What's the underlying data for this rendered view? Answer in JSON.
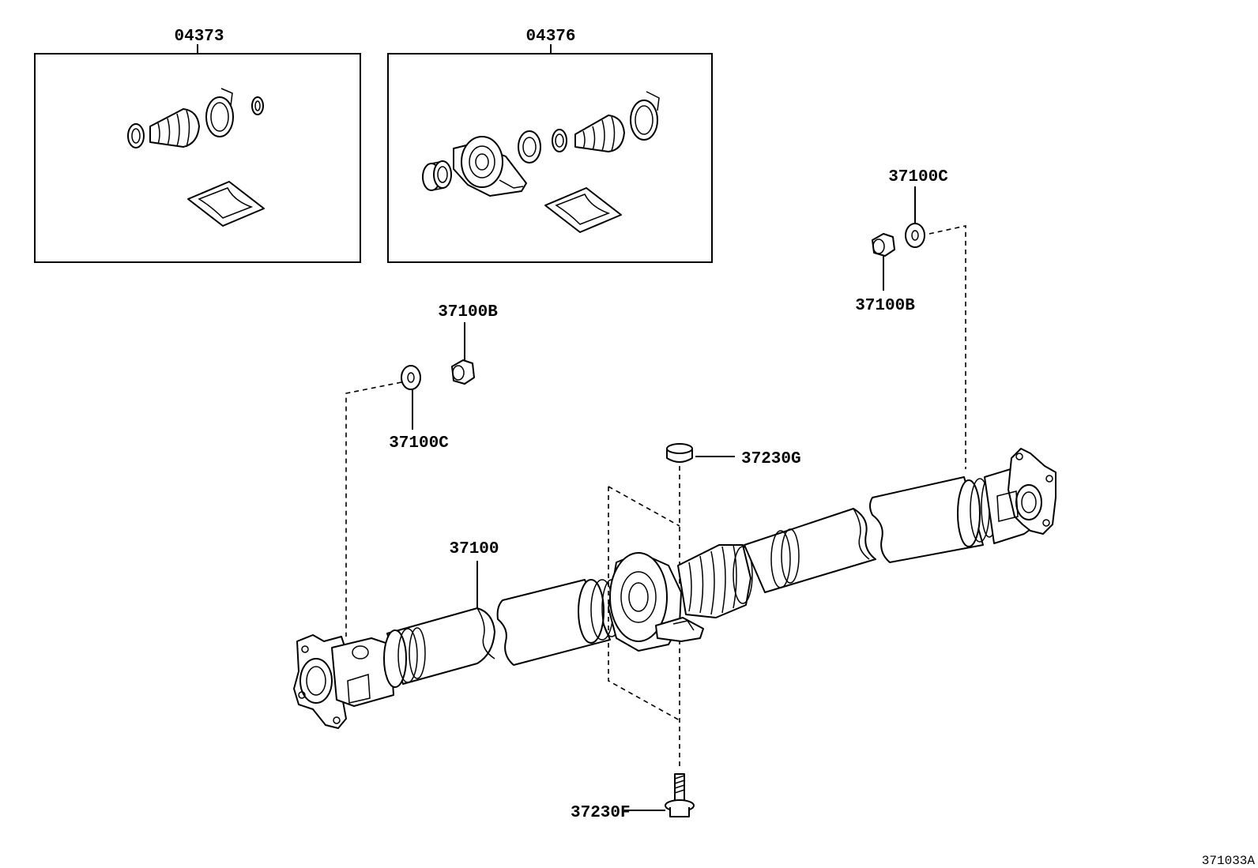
{
  "figure_code": "371033A",
  "kits": [
    {
      "part_no": "04373"
    },
    {
      "part_no": "04376"
    }
  ],
  "callouts": {
    "c_37100B_left": "37100B",
    "c_37100C_left": "37100C",
    "c_37100C_right": "37100C",
    "c_37100B_right": "37100B",
    "c_37230G": "37230G",
    "c_37100": "37100",
    "c_37230F": "37230F"
  }
}
